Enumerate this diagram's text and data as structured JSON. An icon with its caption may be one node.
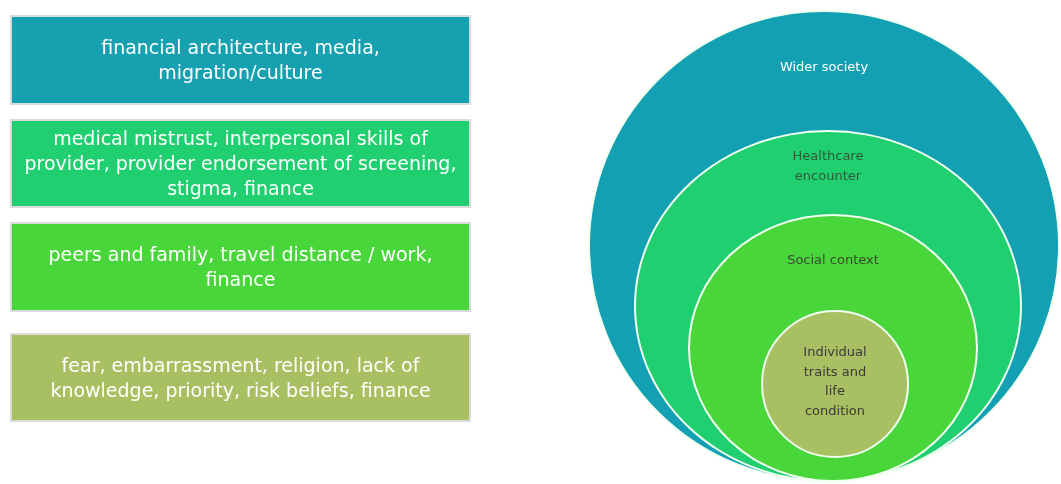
{
  "diagram": {
    "nodes": [
      {
        "text": [
          "financial architecture, media, migration/culture"
        ]
      },
      {
        "text": [
          "medical mistrust, interpersonal skills of provider, provider endorsement of screening, stigma, finance"
        ]
      },
      {
        "text": [
          "peers and family, travel distance / work, finance"
        ]
      },
      {
        "text": [
          "fear, embarrassment, religion, lack of knowledge, priority, risk beliefs, finance"
        ]
      },
      {
        "text": [
          "Wider society"
        ]
      },
      {
        "text": [
          "Healthcare encounter"
        ],
        "in": 4
      },
      {
        "text": [
          "Social context"
        ],
        "in": 5
      },
      {
        "text": [
          "Individual traits and life condition"
        ],
        "in": 6
      }
    ]
  }
}
